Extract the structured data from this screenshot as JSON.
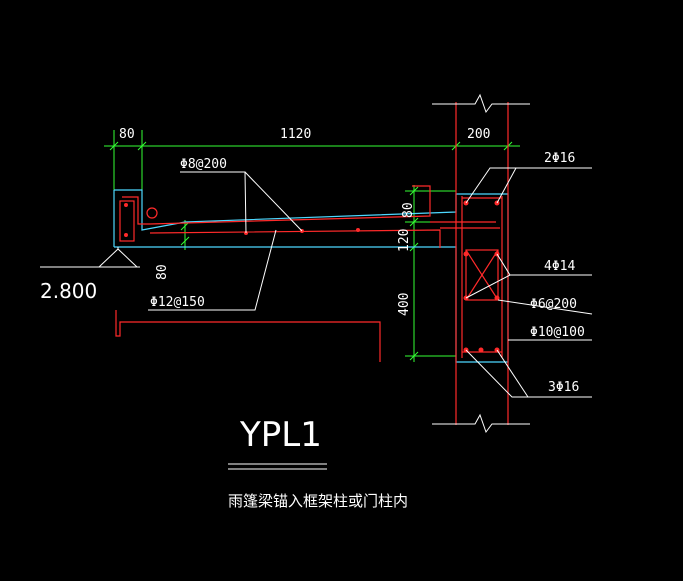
{
  "drawing": {
    "title": "YPL1",
    "subtitle": "雨篷梁锚入框架柱或门柱内",
    "elevation": "2.800"
  },
  "dimensions": {
    "top_left": "80",
    "top_span": "1120",
    "top_right": "200",
    "left_thick": "80",
    "right_top": "80",
    "right_mid": "120",
    "right_low": "400"
  },
  "labels": {
    "bar_top": "Φ8@200",
    "bar_bottom": "Φ12@150",
    "col_top": "2Φ16",
    "col_side": "4Φ14",
    "tie_inner": "Φ6@200",
    "tie_outer": "Φ10@100",
    "col_bottom": "3Φ16"
  },
  "colors": {
    "background": "#000000",
    "rebar": "#ff2a2a",
    "concrete": "#4dd8ff",
    "dimension": "#33ff33",
    "text": "#ffffff"
  }
}
